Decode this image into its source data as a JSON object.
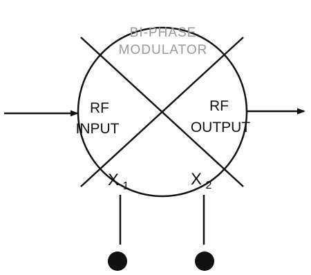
{
  "labels": {
    "top_line1": "BI-PHASE",
    "top_line2": "MODULATOR",
    "left_line1": "RF",
    "left_line2": "INPUT",
    "right_line1": "RF",
    "right_line2": "OUTPUT",
    "x1_main": "X",
    "x1_sub": "1",
    "x2_main": "X",
    "x2_sub": "2"
  }
}
